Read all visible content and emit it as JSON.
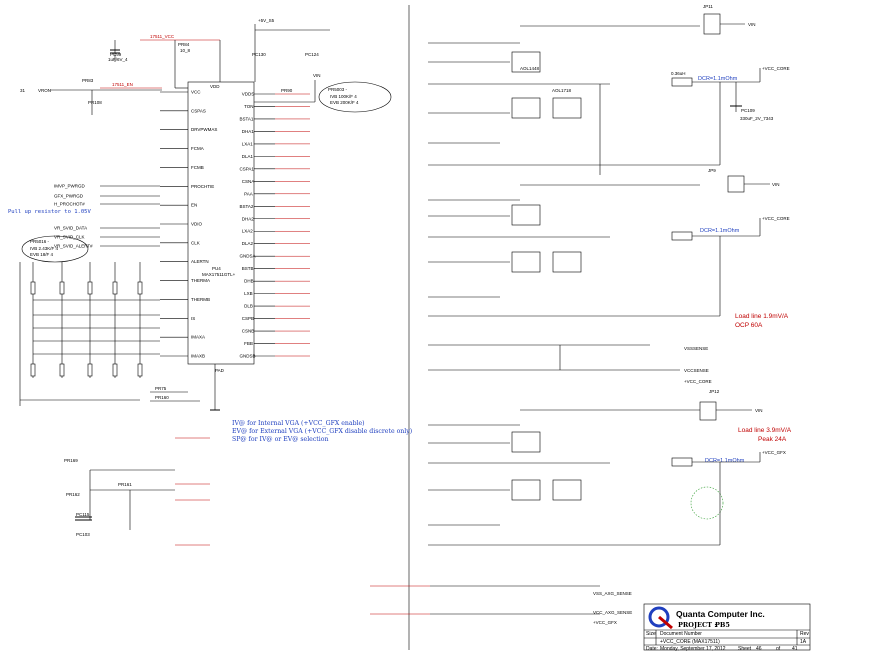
{
  "controller": {
    "ref": "PU4",
    "part": "MAX17511GTL+",
    "left_pins": [
      "VCC",
      "CSPAS",
      "DRVPWMAS",
      "FCMA",
      "FCMB",
      "PROCHTIE",
      "EN",
      "VDIO",
      "CLK",
      "ALERTN",
      "THERMA",
      "THERMB",
      "IS",
      "IMAXA",
      "IMAXB"
    ],
    "right_pins": [
      "VDDS",
      "TON",
      "BSTA1",
      "DHA1",
      "LXA1",
      "DLA1",
      "CSPA1",
      "CSNA",
      "PAA",
      "BSTA2",
      "DHA2",
      "LXA2",
      "DLA2",
      "GNDSA",
      "BSTB",
      "DHB",
      "LXB",
      "DLB",
      "CSPB",
      "CSNB",
      "FBB",
      "GNDSB"
    ],
    "net_label": "17511_VCC"
  },
  "top_left_labels": {
    "vcc_net": "17511_VCC",
    "v5": "+5V_S5",
    "vin": "VIN",
    "vron": "VRON",
    "vron_pin": "31",
    "en_net": "17511_EN"
  },
  "callouts": {
    "ton_box_line1": "PR5003 -",
    "ton_box_line2": "IVB 100K/F 4",
    "ton_box_line3": "EVB 200K/F 4",
    "is_box_line1": "PR5016 -",
    "is_box_line2": "IVB 2.43K/F 4",
    "is_box_line3": "EVB 18/F 4",
    "pullup": "Pull up resistor to 1.05V",
    "note_iv": "IV@ for Internal VGA (+VCC_GFX enable)",
    "note_ev": "EV@ for External VGA (+VCC_GFX disable discrete only)",
    "note_sp": "SP@ for IV@ or EV@ selection"
  },
  "left_signals": [
    "IMVP_PWRGD",
    "GFX_PWRGD",
    "H_PROCHOT#",
    "VR_SVID_DATA",
    "VR_SVID_CLK",
    "VR_SVID_ALERT#"
  ],
  "phase_labels": {
    "dcr_a1": "DCR=1.1mOhm",
    "dcr_a2": "DCR=1.1mOhm",
    "dcr_b": "DCR=1.1mOhm",
    "vcc_core_1": "+VCC_CORE",
    "vcc_core_2": "+VCC_CORE",
    "vcc_gfx": "+VCC_GFX",
    "vin_1": "VIN",
    "vin_2": "VIN",
    "vin_3": "VIN"
  },
  "load_notes": {
    "core_line1": "Load line 1.9mV/A",
    "core_line2": "OCP 60A",
    "gfx_line1": "Load line 3.9mV/A",
    "gfx_line2": "Peak 24A"
  },
  "sense": {
    "vccsense": "VCCSENSE",
    "vsssense": "VSSSENSE",
    "vcc_core": "+VCC_CORE",
    "vss_axg": "VSS_AXG_SENSE",
    "vcc_axg": "VCC_AXG_SENSE",
    "vcc_gfx": "+VCC_GFX"
  },
  "parts": {
    "mosfet_hi": "AOL1448",
    "mosfet_lo": "AOL1718",
    "inductor": "0.36uH",
    "cap_out": "330uF_2V_7343",
    "jp_a": "JP11",
    "jp_b": "JP12",
    "jp_c": "JP9"
  },
  "title_block": {
    "company": "Quanta Computer Inc.",
    "project_label": "PROJECT :",
    "project": "PB5",
    "doc_title": "+VCC_CORE (MAX17511)",
    "size_label": "Size",
    "doc_label": "Document Number",
    "rev_label": "Rev",
    "rev": "1A",
    "date_label": "Date:",
    "date": "Monday, September 17, 2012",
    "sheet_label": "Sheet",
    "sheet": "46",
    "of_label": "of",
    "total": "41"
  }
}
